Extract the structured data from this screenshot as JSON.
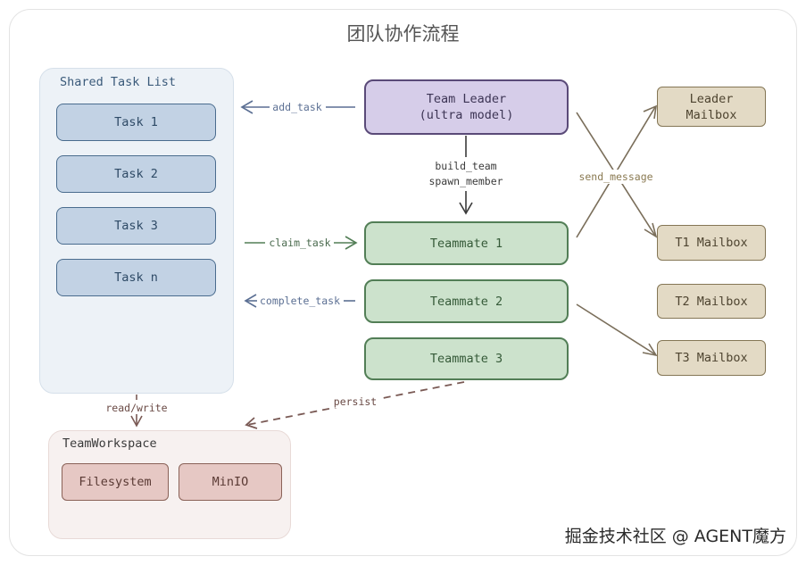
{
  "title": "团队协作流程",
  "shared_task_list": {
    "label": "Shared Task List",
    "tasks": [
      "Task 1",
      "Task 2",
      "Task 3",
      "Task n"
    ]
  },
  "team_leader": {
    "label": "Team Leader\n(ultra model)"
  },
  "teammates": [
    "Teammate 1",
    "Teammate 2",
    "Teammate 3"
  ],
  "mailboxes": {
    "leader": "Leader\nMailbox",
    "t1": "T1 Mailbox",
    "t2": "T2 Mailbox",
    "t3": "T3 Mailbox"
  },
  "workspace": {
    "label": "TeamWorkspace",
    "items": [
      "Filesystem",
      "MinIO"
    ]
  },
  "edges": {
    "add_task": "add_task",
    "build_team": "build_team",
    "spawn_member": "spawn_member",
    "claim_task": "claim_task",
    "complete_task": "complete_task",
    "send_message": "send_message",
    "read_write": "read/write",
    "persist": "persist"
  },
  "watermark": "掘金技术社区 @ AGENT魔方"
}
